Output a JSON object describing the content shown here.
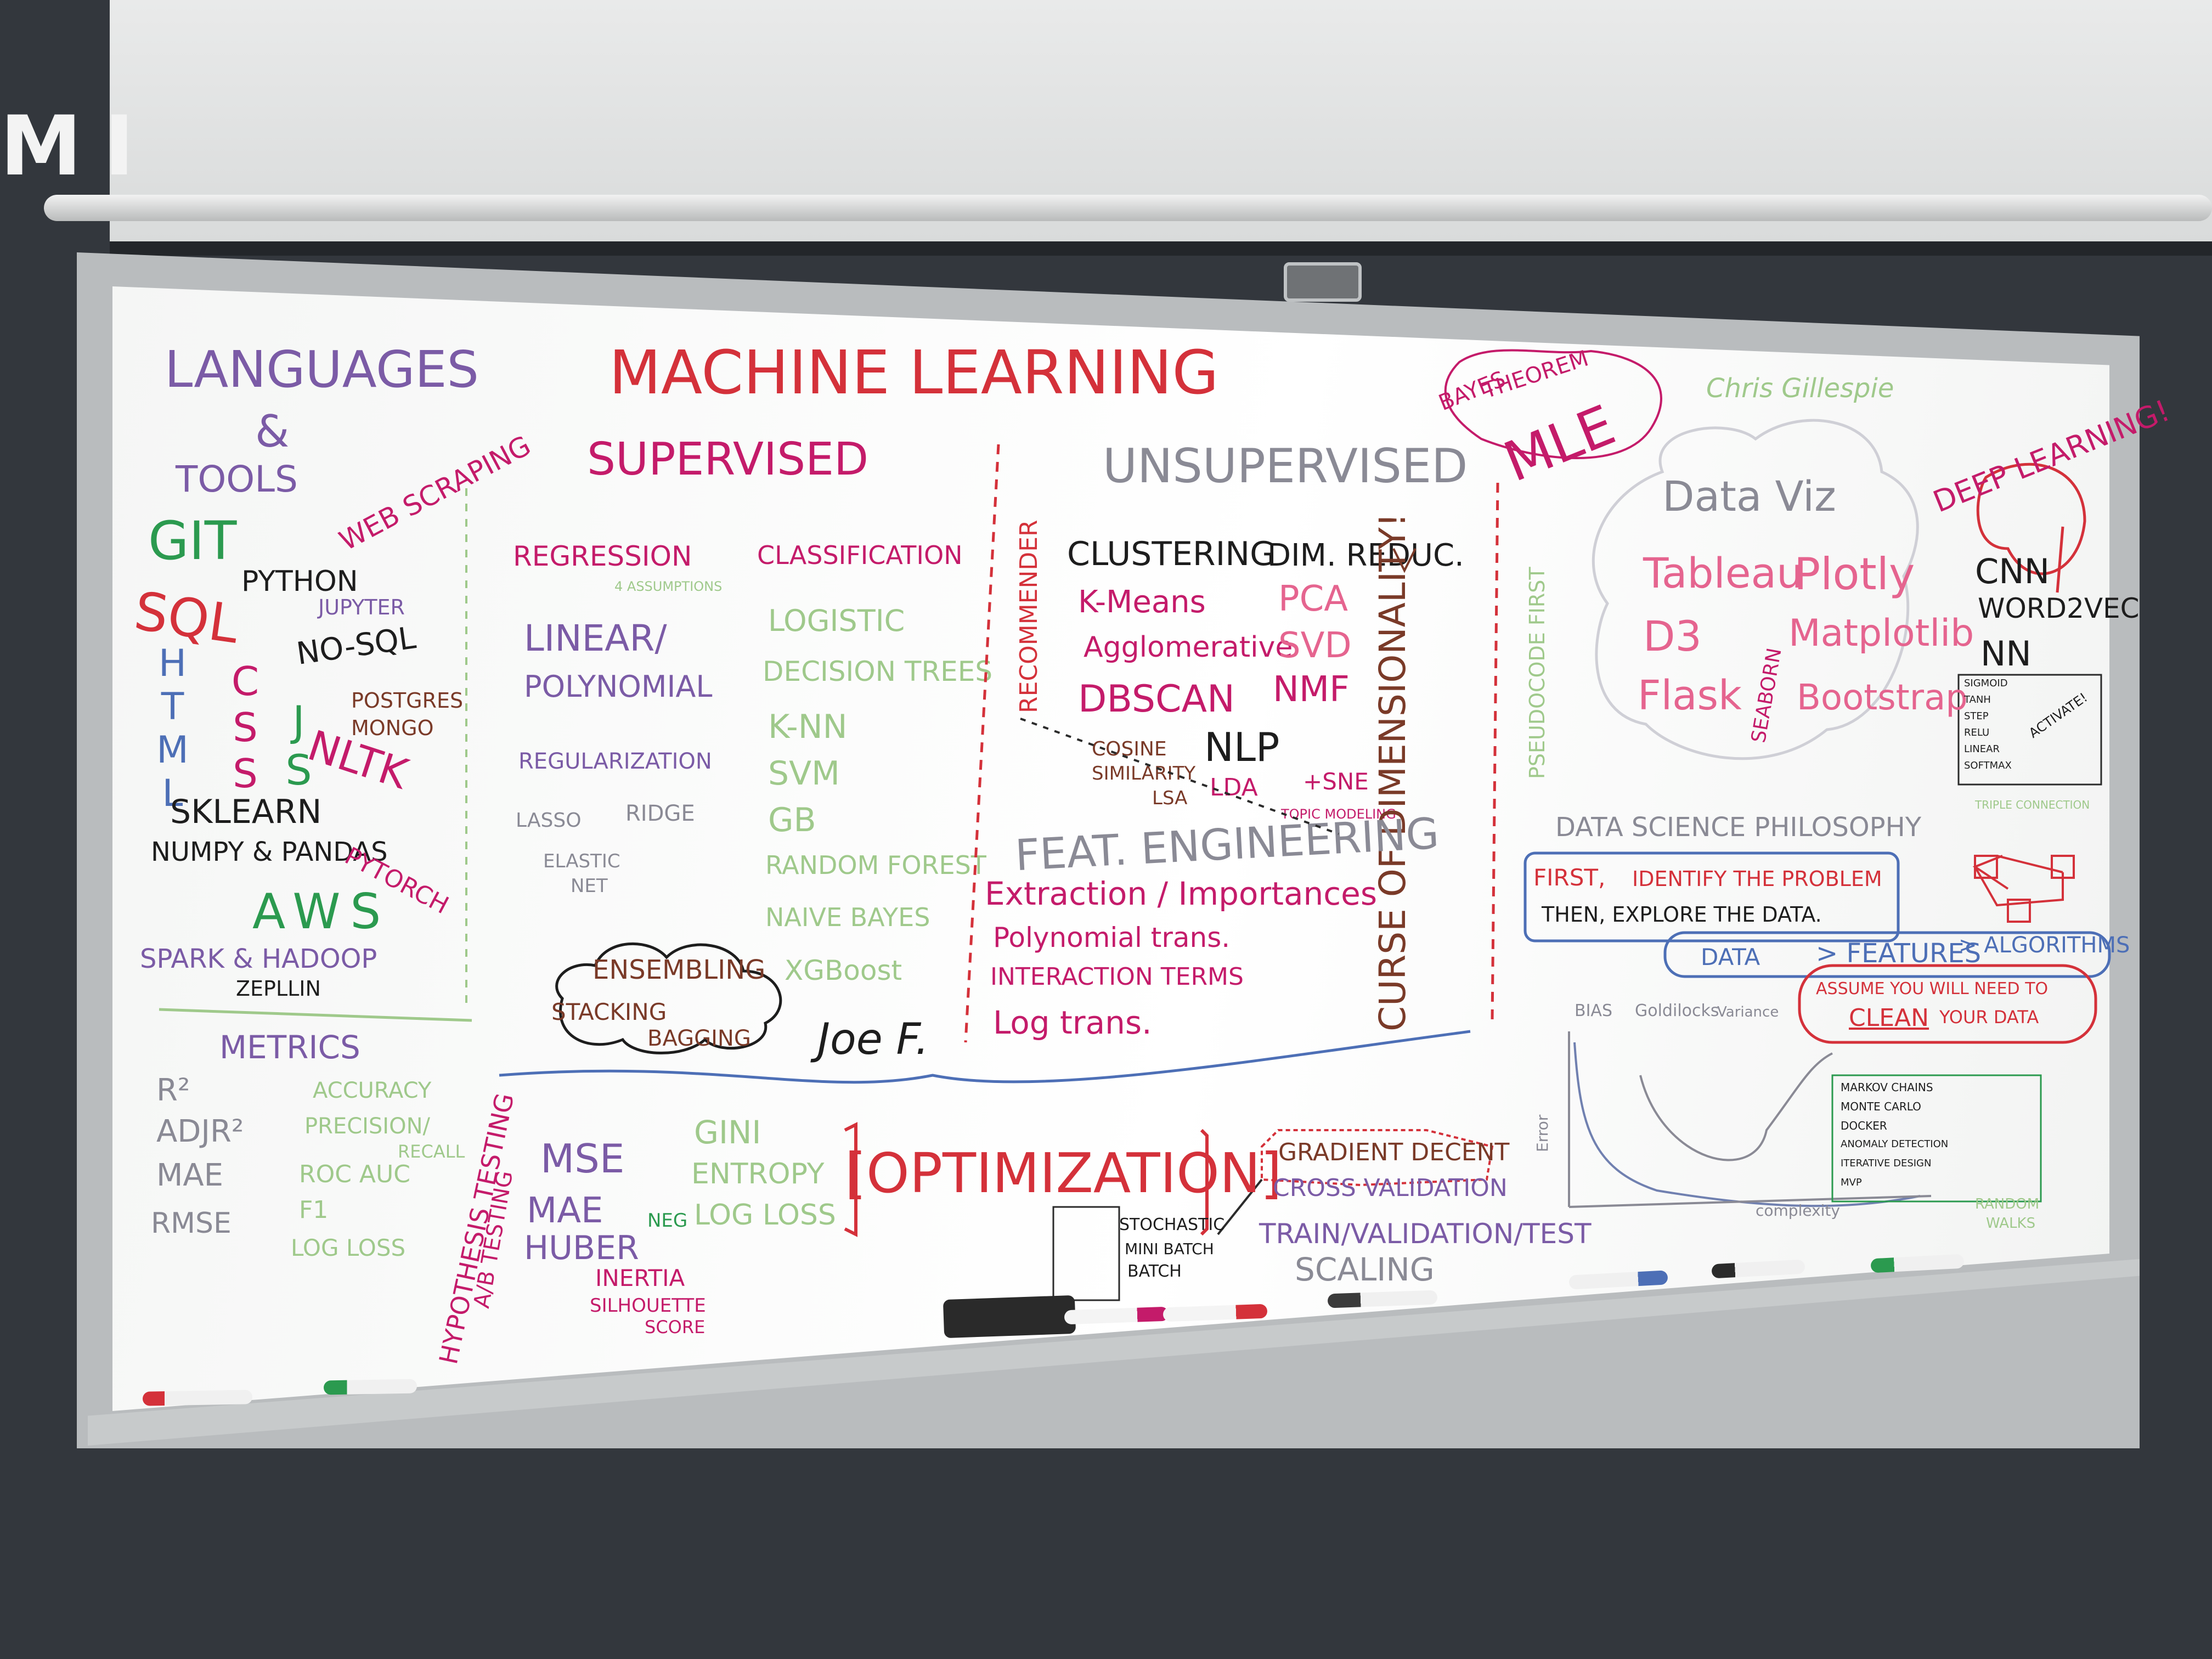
{
  "wall": {
    "letters": "MI"
  },
  "board": {
    "left": {
      "languages": "LANGUAGES",
      "amp": "&",
      "tools": "TOOLS",
      "web_scraping": "WEB SCRAPING",
      "git": "GIT",
      "python": "PYTHON",
      "jupyter": "JUPYTER",
      "sql": "SQL",
      "nosql": "NO-SQL",
      "html": "HTML",
      "css": "CSS",
      "js": "JS",
      "postgres": "POSTGRES",
      "mongo": "MONGO",
      "nltk": "NLTK",
      "sklearn": "SKLEARN",
      "numpy_pandas": "NUMPY & PANDAS",
      "pytorch": "PYTORCH",
      "aws": "AWS",
      "spark_hadoop": "SPARK & HADOOP",
      "zeppelin": "ZEPLLIN"
    },
    "metrics": {
      "title": "METRICS",
      "left_items": [
        "R²",
        "ADJR²",
        "MAE",
        "RMSE"
      ],
      "right_items": [
        "ACCURACY",
        "PRECISION/",
        "RECALL",
        "ROC AUC",
        "F1",
        "LOG LOSS"
      ],
      "hypothesis": "HYPOTHESIS TESTING",
      "ab": "A/B TESTING"
    },
    "ml": {
      "title": "MACHINE LEARNING",
      "supervised": "SUPERVISED",
      "regression": "REGRESSION",
      "assumptions": "4 ASSUMPTIONS",
      "classification": "CLASSIFICATION",
      "linear": "LINEAR/",
      "polynomial": "POLYNOMIAL",
      "regularization": "REGULARIZATION",
      "lasso": "LASSO",
      "ridge": "RIDGE",
      "elastic": "ELASTIC",
      "net": "NET",
      "class_items": [
        "LOGISTIC",
        "DECISION TREES",
        "K-NN",
        "SVM",
        "GB",
        "RANDOM FOREST",
        "NAIVE BAYES",
        "XGBoost"
      ],
      "ensembling": "ENSEMBLING",
      "stacking": "STACKING",
      "bagging": "BAGGING",
      "recommender": "RECOMMENDER",
      "unsupervised": "UNSUPERVISED",
      "clustering": "CLUSTERING",
      "cluster_items": [
        "K-Means",
        "Agglomerative",
        "DBSCAN"
      ],
      "dimred": "DIM. REDUC.",
      "dimred_items": [
        "PCA",
        "SVD",
        "NMF"
      ],
      "cosine": "COSINE",
      "similarity": "SIMILARITY",
      "lsa": "LSA",
      "nlp": "NLP",
      "lda": "LDA",
      "tsne": "+SNE",
      "topic": "TOPIC MODELING",
      "curse": "CURSE OF DIMENSIONALITY!",
      "feat": "FEAT. ENGINEERING",
      "feat_items": [
        "Extraction / Importances",
        "Polynomial trans.",
        "INTERACTION TERMS",
        "Log trans."
      ],
      "pseudocode": "PSEUDOCODE FIRST",
      "joe": "Joe F."
    },
    "optimization": {
      "left_items": [
        "MSE",
        "MAE",
        "HUBER"
      ],
      "mid_items": [
        "GINI",
        "ENTROPY",
        "LOG LOSS"
      ],
      "neg": "NEG",
      "inertia": "INERTIA",
      "silhouette": "SILHOUETTE",
      "score": "SCORE",
      "title": "[OPTIMIZATION]",
      "stochastic": "STOCHASTIC",
      "mini": "MINI BATCH",
      "batch": "BATCH",
      "gradient": "GRADIENT DECENT",
      "cross": "CROSS VALIDATION",
      "train": "TRAIN/VALIDATION/TEST",
      "scaling": "SCALING"
    },
    "right": {
      "bayes": "BAYES",
      "theorem": "THEOREM",
      "mle": "MLE",
      "chris": "Chris Gillespie",
      "deep": "DEEP LEARNING!",
      "dataviz": "Data Viz",
      "viz_left": [
        "Tableau",
        "D3",
        "Flask"
      ],
      "seaborn": "SEABORN",
      "viz_right": [
        "Plotly",
        "Matplotlib",
        "Bootstrap"
      ],
      "dl_items": [
        "CNN",
        "WORD2VEC",
        "NN"
      ],
      "activations": [
        "SIGMOID",
        "TANH",
        "STEP",
        "RELU",
        "LINEAR",
        "SOFTMAX"
      ],
      "activate": "ACTIVATE!",
      "philosophy": "DATA SCIENCE PHILOSOPHY",
      "triple": "TRIPLE CONNECTION",
      "first": "FIRST,",
      "identify": "IDENTIFY THE PROBLEM",
      "then": "THEN, EXPLORE THE DATA.",
      "data": "DATA",
      "features": "> FEATURES",
      "algorithms": "> ALGORITHMS",
      "assume": "ASSUME YOU WILL NEED TO",
      "clean": "CLEAN",
      "your_data": "YOUR DATA",
      "bias": "BIAS",
      "goldilocks": "Goldilocks",
      "variance": "Variance",
      "error": "Error",
      "complexity": "complexity",
      "tools": [
        "MARKOV CHAINS",
        "MONTE CARLO",
        "DOCKER",
        "ANOMALY DETECTION",
        "ITERATIVE DESIGN",
        "MVP"
      ],
      "random": "RANDOM",
      "walk": "WALKS"
    }
  },
  "colors": {
    "wall": "#33373d",
    "board": "#f7f8f7",
    "frame": "#b9bcbe"
  }
}
